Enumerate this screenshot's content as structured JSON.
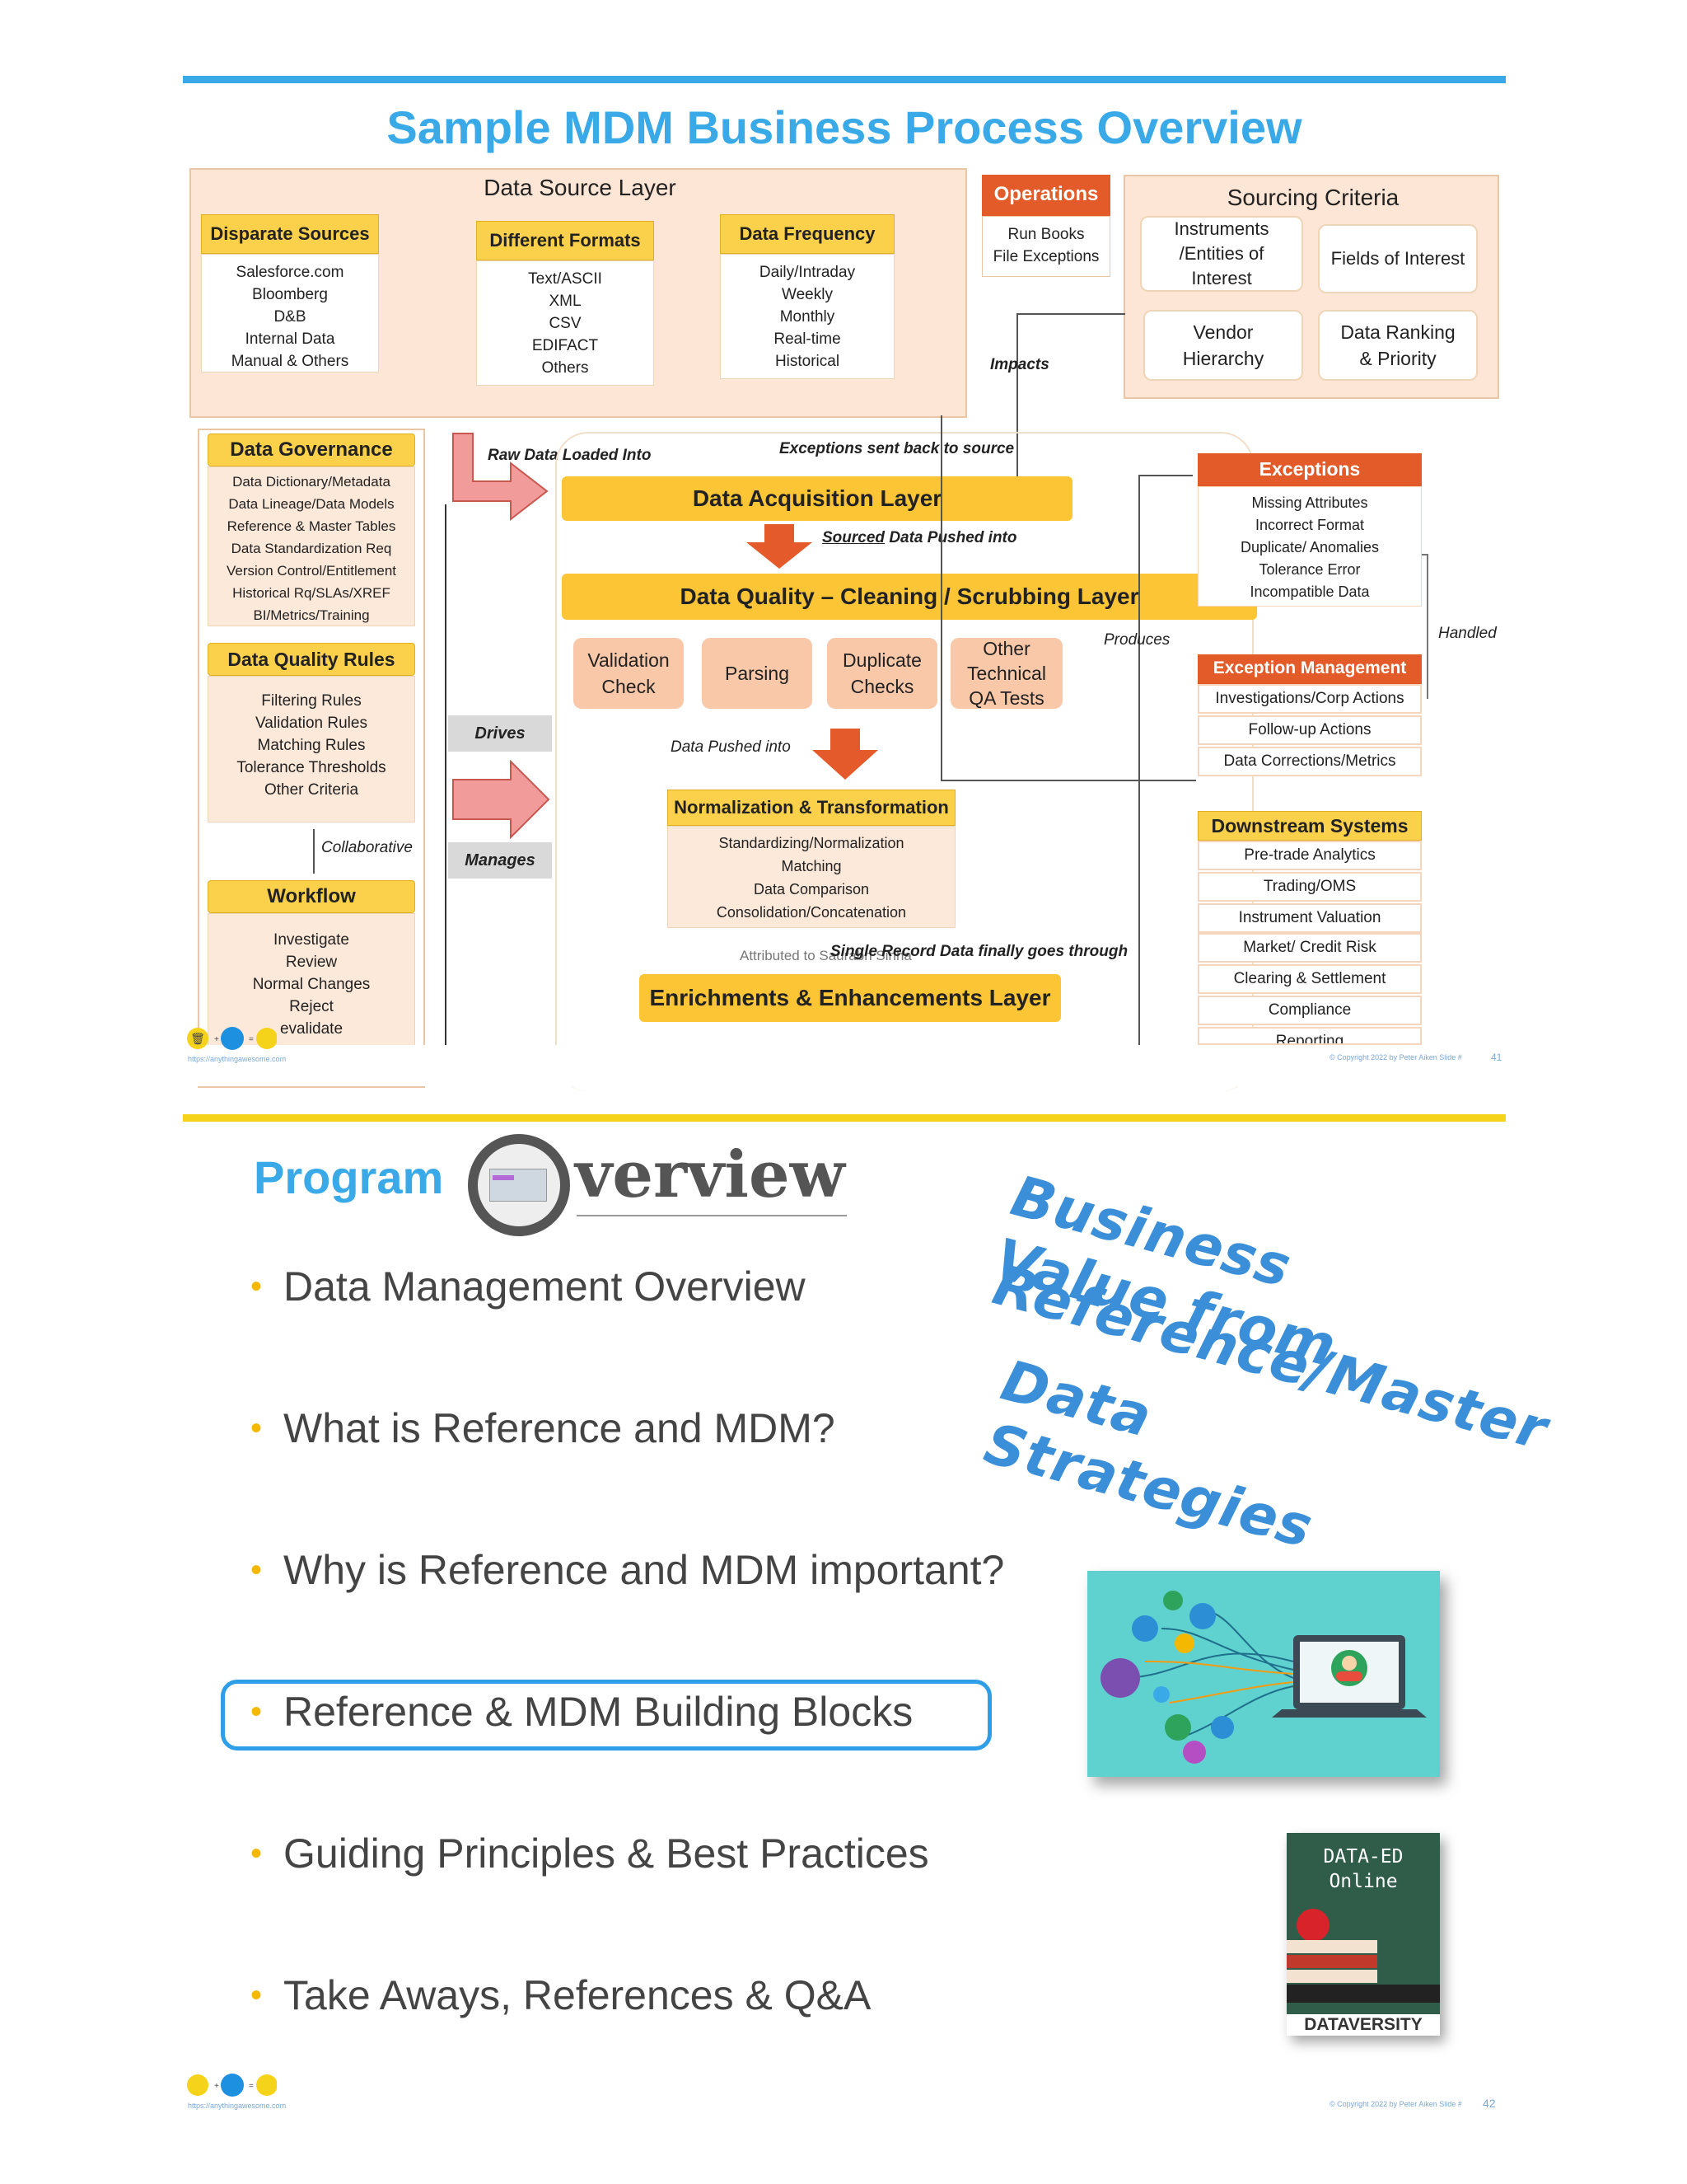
{
  "slide1": {
    "title": "Sample MDM Business Process Overview",
    "source_layer_title": "Data Source Layer",
    "disparate": {
      "title": "Disparate Sources",
      "items": [
        "Salesforce.com",
        "Bloomberg",
        "D&B",
        "Internal Data",
        "Manual & Others"
      ]
    },
    "formats": {
      "title": "Different Formats",
      "items": [
        "Text/ASCII",
        "XML",
        "CSV",
        "EDIFACT",
        "Others"
      ]
    },
    "frequency": {
      "title": "Data Frequency",
      "items": [
        "Daily/Intraday",
        "Weekly",
        "Monthly",
        "Real-time",
        "Historical"
      ]
    },
    "operations": {
      "title": "Operations",
      "items": [
        "Run Books",
        "File Exceptions"
      ]
    },
    "sourcing": {
      "title": "Sourcing Criteria",
      "items": [
        "Instruments /Entities of Interest",
        "Fields of Interest",
        "Vendor Hierarchy",
        "Data Ranking & Priority"
      ]
    },
    "impacts": "Impacts",
    "governance": {
      "title": "Data Governance",
      "items": [
        "Data Dictionary/Metadata",
        "Data Lineage/Data Models",
        "Reference & Master Tables",
        "Data Standardization Req",
        "Version Control/Entitlement",
        "Historical Rq/SLAs/XREF",
        "BI/Metrics/Training"
      ]
    },
    "quality_rules": {
      "title": "Data Quality Rules",
      "items": [
        "Filtering Rules",
        "Validation Rules",
        "Matching Rules",
        "Tolerance Thresholds",
        "Other Criteria"
      ]
    },
    "collaborative": "Collaborative",
    "workflow": {
      "title": "Workflow",
      "items": [
        "Investigate",
        "Review",
        "Normal Changes",
        "Reject",
        "evalidate"
      ]
    },
    "drives": "Drives",
    "manages": "Manages",
    "raw_data": "Raw Data Loaded Into",
    "exceptions_sent": "Exceptions sent back to source",
    "acquisition": "Data Acquisition  Layer",
    "sourced": "Sourced",
    "pushed": "Data Pushed into",
    "quality_layer": "Data Quality – Cleaning / Scrubbing Layer",
    "checks": [
      "Validation Check",
      "Parsing",
      "Duplicate Checks",
      "Other Technical QA Tests"
    ],
    "data_pushed_into": "Data Pushed into",
    "normalization": {
      "title": "Normalization & Transformation",
      "items": [
        "Standardizing/Normalization",
        "Matching",
        "Data Comparison",
        "Consolidation/Concatenation"
      ]
    },
    "single_record": "Single Record Data finally goes through",
    "attributed": "Attributed to Saurabh Sinha",
    "enrichments": "Enrichments & Enhancements Layer",
    "produces": "Produces",
    "handled": "Handled",
    "exceptions": {
      "title": "Exceptions",
      "items": [
        "Missing Attributes",
        "Incorrect Format",
        "Duplicate/ Anomalies",
        "Tolerance Error",
        "Incompatible Data"
      ]
    },
    "exception_mgmt": {
      "title": "Exception Management",
      "items": [
        "Investigations/Corp Actions",
        "Follow-up Actions",
        "Data Corrections/Metrics"
      ]
    },
    "downstream": {
      "title": "Downstream Systems",
      "items": [
        "Pre-trade Analytics",
        "Trading/OMS",
        "Instrument Valuation",
        "Market/ Credit Risk",
        "Clearing & Settlement",
        "Compliance",
        "Reporting"
      ]
    },
    "footer_url": "https://anythingawesome.com",
    "footer_copy": "© Copyright  2022  by Peter Aiken  Slide #",
    "page": "41"
  },
  "slide2": {
    "program": "Program",
    "overview": "verview",
    "bullets": [
      "Data Management Overview",
      "What is Reference and MDM?",
      "Why is Reference and MDM important?",
      "Reference & MDM Building Blocks",
      "Guiding Principles & Best Practices",
      "Take Aways, References & Q&A"
    ],
    "handwritten": [
      "Business Value from",
      "Reference/Master",
      "Data Strategies"
    ],
    "book_title_1": "DATA-ED",
    "book_title_2": "Online",
    "dataversity": "DATAVERSITY",
    "footer_url": "https://anythingawesome.com",
    "footer_copy": "© Copyright  2022  by Peter Aiken  Slide #",
    "page": "42"
  },
  "colors": {
    "accent_blue": "#3aa9e7",
    "accent_yellow": "#f5d31a",
    "orange": "#e45b2a",
    "gold": "#fbc536"
  }
}
